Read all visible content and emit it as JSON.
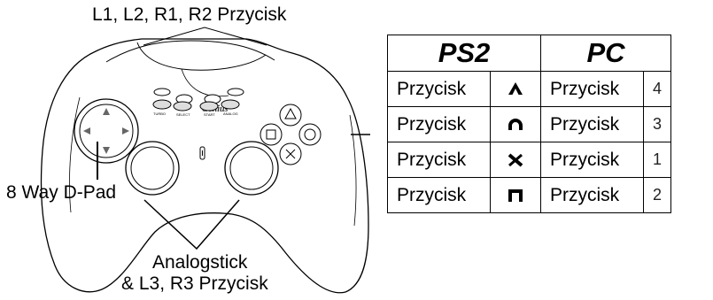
{
  "labels": {
    "shoulder": "L1, L2, R1, R2 Przycisk",
    "dpad": "8 Way D-Pad",
    "analog_line1": "Analogstick",
    "analog_line2": "& L3, R3 Przycisk"
  },
  "controller": {
    "brand": "Genius",
    "turbo": "TURBO",
    "select": "SELECT",
    "start": "START",
    "analog": "ANALOG"
  },
  "table": {
    "headers": {
      "ps2": "PS2",
      "pc": "PC"
    },
    "rows": [
      {
        "ps2_label": "Przycisk",
        "ps2_icon": "triangle-icon",
        "pc_label": "Przycisk",
        "pc_number": "4"
      },
      {
        "ps2_label": "Przycisk",
        "ps2_icon": "circle-icon",
        "pc_label": "Przycisk",
        "pc_number": "3"
      },
      {
        "ps2_label": "Przycisk",
        "ps2_icon": "cross-icon",
        "pc_label": "Przycisk",
        "pc_number": "1"
      },
      {
        "ps2_label": "Przycisk",
        "ps2_icon": "square-icon",
        "pc_label": "Przycisk",
        "pc_number": "2"
      }
    ]
  }
}
